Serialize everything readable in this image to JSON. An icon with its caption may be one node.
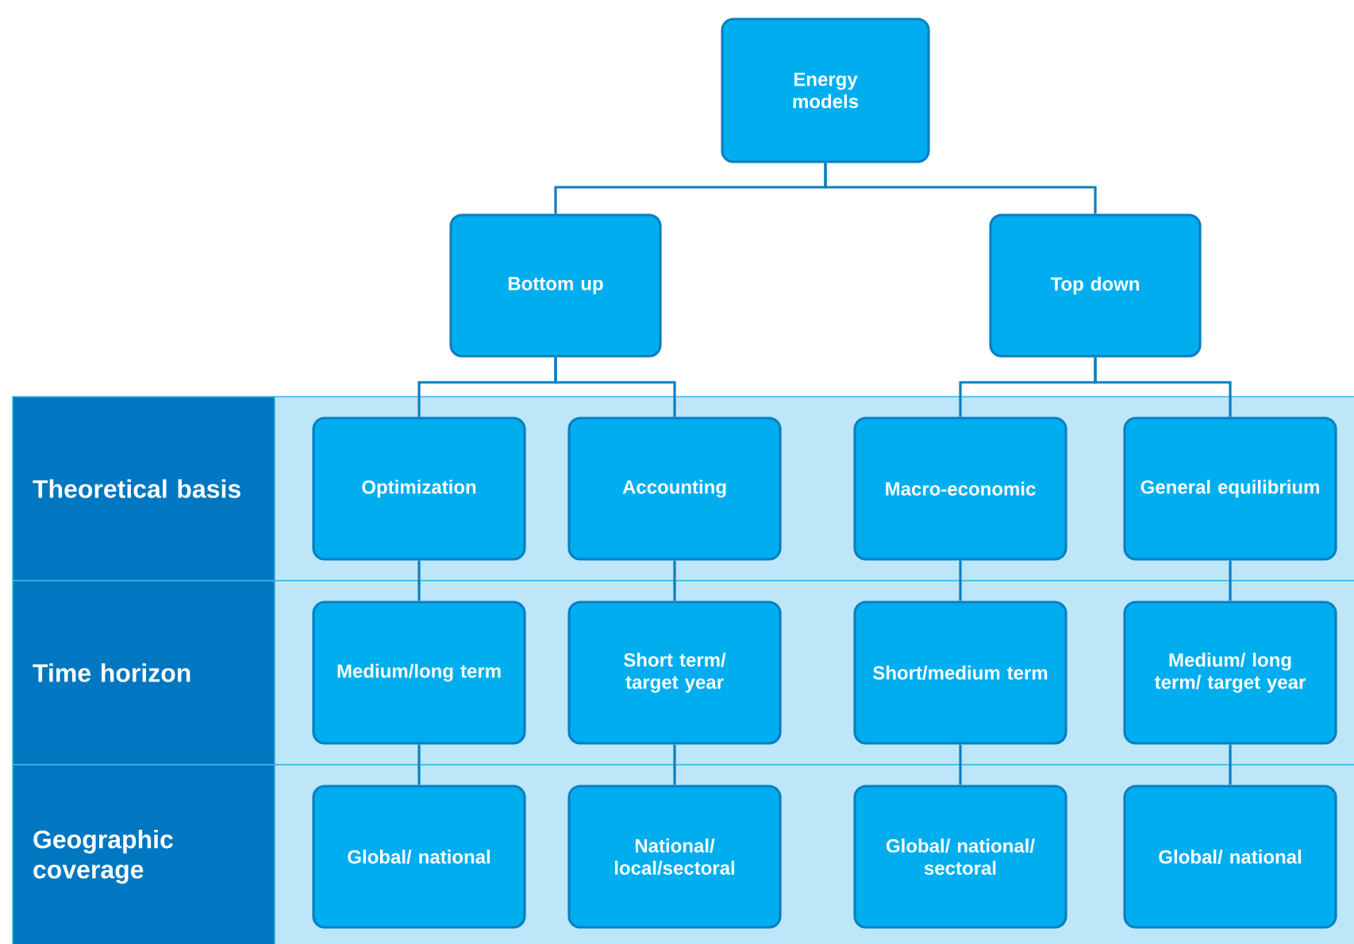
{
  "diagram": {
    "nodes": [
      {
        "text": [
          "Energy models"
        ]
      },
      {
        "text": [
          "Bottom up"
        ]
      },
      {
        "text": [
          "Top down"
        ]
      },
      {
        "text": [
          "Theoretical basis"
        ]
      },
      {
        "text": [
          "Optimization"
        ]
      },
      {
        "text": [
          "Accounting"
        ]
      },
      {
        "text": [
          "Macro-economic"
        ]
      },
      {
        "text": [
          "General equilibrium"
        ]
      },
      {
        "text": [
          "Time horizon"
        ]
      },
      {
        "text": [
          "Medium/long term"
        ]
      },
      {
        "text": [
          "Short term/ target year"
        ]
      },
      {
        "text": [
          "Short/medium term"
        ]
      },
      {
        "text": [
          "Medium/ long term/ target year"
        ]
      },
      {
        "text": [
          "Geographic coverage"
        ]
      },
      {
        "text": [
          "Global/ national"
        ]
      },
      {
        "text": [
          "National/ local/sectoral"
        ]
      },
      {
        "text": [
          "Global/ national/ sectoral"
        ]
      },
      {
        "text": [
          "Global/ national"
        ]
      }
    ],
    "edges": [
      {
        "from": 0,
        "to": 1,
        "arrow": "none"
      },
      {
        "from": 0,
        "to": 2,
        "arrow": "none"
      },
      {
        "from": 1,
        "to": 4,
        "arrow": "none"
      },
      {
        "from": 1,
        "to": 5,
        "arrow": "none"
      },
      {
        "from": 2,
        "to": 6,
        "arrow": "none"
      },
      {
        "from": 2,
        "to": 7,
        "arrow": "none"
      },
      {
        "from": 4,
        "to": 9,
        "arrow": "none"
      },
      {
        "from": 5,
        "to": 10,
        "arrow": "none"
      },
      {
        "from": 6,
        "to": 11,
        "arrow": "none"
      },
      {
        "from": 7,
        "to": 12,
        "arrow": "none"
      },
      {
        "from": 9,
        "to": 14,
        "arrow": "none"
      },
      {
        "from": 10,
        "to": 15,
        "arrow": "none"
      },
      {
        "from": 11,
        "to": 16,
        "arrow": "none"
      },
      {
        "from": 12,
        "to": 17,
        "arrow": "none"
      }
    ]
  }
}
